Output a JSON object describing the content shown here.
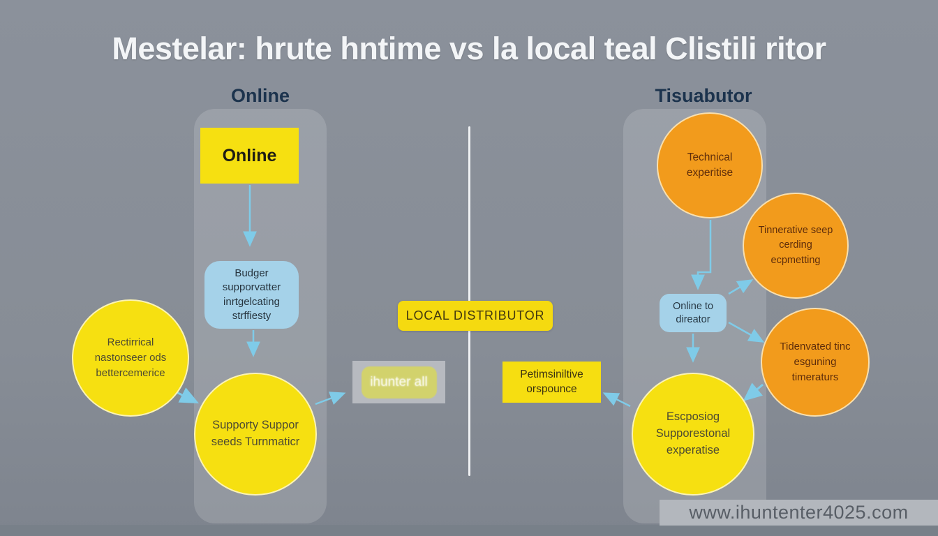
{
  "title": "Mestelar: hrute hntime vs la local teal Clistili ritor",
  "columns": {
    "left_header": "Online",
    "right_header": "Tisuabutor"
  },
  "left": {
    "online_box": "Online",
    "budger_box": "Budger supporvatter inrtgelcating strffiesty",
    "rectirrical_circle": "Rectirrical nastonseer ods bettercemerice",
    "supporty_circle": "Supporty Suppor seeds Turnmaticr"
  },
  "center": {
    "local_distributor": "LOCAL DISTRIBUTOR",
    "ihunter_badge": "ihunter all",
    "petimsinlitive_box": "Petimsiniltive orspounce"
  },
  "right": {
    "technical_circle": "Technical experitise",
    "tinnerative_circle": "Tinnerative seep cerding ecpmetting",
    "online_direator_box": "Online to direator",
    "tidenvated_circle": "Tidenvated tinc esguning timeraturs",
    "escposiog_circle": "Escposiog Supporestonal experatise"
  },
  "watermark": "www.ihuntenter4025.com",
  "colors": {
    "background": "#878d96",
    "panel": "#9ba1a9",
    "yellow": "#f6e011",
    "orange": "#f29b1c",
    "light_blue": "#a5d2e9",
    "arrow_blue": "#7fcbe8",
    "header_navy": "#1c334d",
    "title_white": "#f3f5f7",
    "watermark_strip": "#b3b7bd"
  }
}
